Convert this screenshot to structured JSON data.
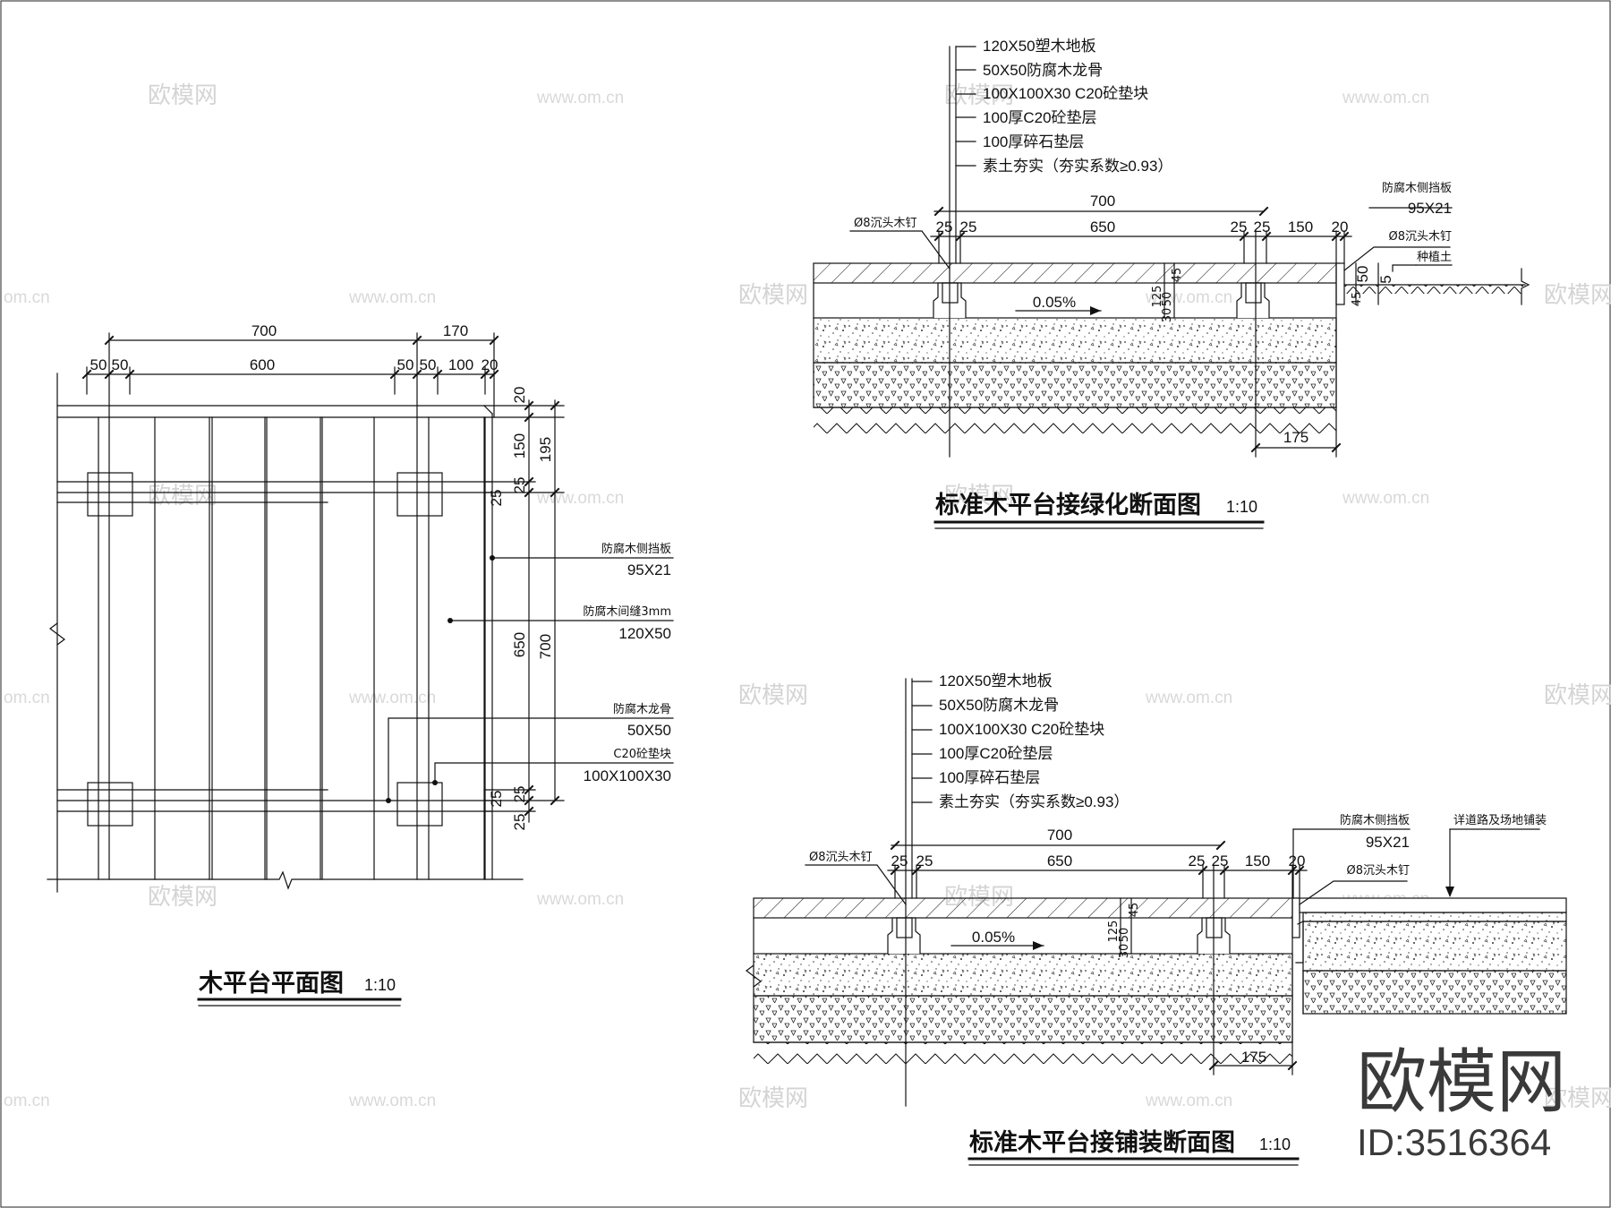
{
  "plan": {
    "title": "木平台平面图",
    "scale": "1:10",
    "top_dims": [
      "700",
      "170"
    ],
    "sub_dims": [
      "50",
      "50",
      "600",
      "50",
      "50",
      "100",
      "20"
    ],
    "side_dims_a": [
      "20",
      "150",
      "25",
      "650",
      "25",
      "25"
    ],
    "side_dims_b": [
      "195",
      "25",
      "700",
      "25"
    ],
    "labels": [
      {
        "line1": "防腐木侧挡板",
        "line2": "95X21"
      },
      {
        "line1": "防腐木间缝3mm",
        "line2": "120X50"
      },
      {
        "line1": "防腐木龙骨",
        "line2": "50X50"
      },
      {
        "line1": "C20砼垫块",
        "line2": "100X100X30"
      }
    ]
  },
  "section_green": {
    "title": "标准木平台接绿化断面图",
    "scale": "1:10",
    "layers": [
      "120X50塑木地板",
      "50X50防腐木龙骨",
      "100X100X30  C20砼垫块",
      "100厚C20砼垫层",
      "100厚碎石垫层",
      "素土夯实（夯实系数≥0.93）"
    ],
    "nail": "Ø8沉头木钉",
    "dims_top": [
      "700"
    ],
    "dims_row": [
      "25",
      "25",
      "650",
      "25",
      "25",
      "150",
      "20"
    ],
    "slope": "0.05%",
    "vert_dims": [
      "125",
      "30",
      "50",
      "45",
      "45",
      "50",
      "5"
    ],
    "bottom_dim": "175",
    "side_board": {
      "line1": "防腐木侧挡板",
      "line2": "95X21"
    },
    "nail_right": "Ø8沉头木钉",
    "soil": "种植土"
  },
  "section_paving": {
    "title": "标准木平台接铺装断面图",
    "scale": "1:10",
    "layers": [
      "120X50塑木地板",
      "50X50防腐木龙骨",
      "100X100X30  C20砼垫块",
      "100厚C20砼垫层",
      "100厚碎石垫层",
      "素土夯实（夯实系数≥0.93）"
    ],
    "nail": "Ø8沉头木钉",
    "dims_top": [
      "700"
    ],
    "dims_row": [
      "25",
      "25",
      "650",
      "25",
      "25",
      "150",
      "20"
    ],
    "slope": "0.05%",
    "vert_dims": [
      "125",
      "30",
      "50",
      "45"
    ],
    "bottom_dim": "175",
    "side_board": {
      "line1": "防腐木侧挡板",
      "line2": "95X21"
    },
    "nail_right": "Ø8沉头木钉",
    "paving_note": "详道路及场地铺装"
  },
  "watermark": {
    "cn": "欧模网",
    "url": "www.om.cn",
    "url_short": "om.cn"
  },
  "brand": {
    "name": "欧模网",
    "id": "ID:3516364"
  },
  "colors": {
    "line": "#111111",
    "watermark": "#d4d4d4"
  }
}
